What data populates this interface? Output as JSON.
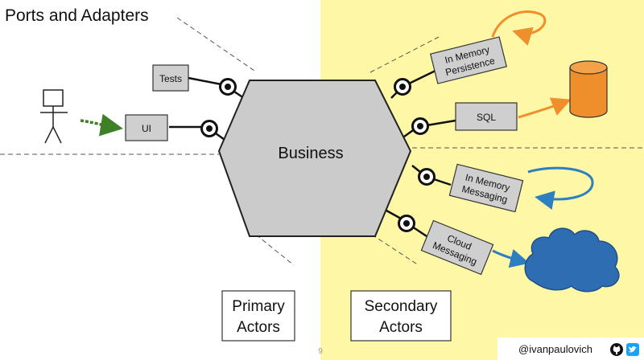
{
  "title": "Ports and Adapters",
  "core": "Business",
  "adapters": {
    "tests": "Tests",
    "ui": "UI",
    "in_memory_persistence": [
      "In Memory",
      "Persistence"
    ],
    "sql": "SQL",
    "in_memory_messaging": [
      "In Memory",
      "Messaging"
    ],
    "cloud_messaging": [
      "Cloud",
      "Messaging"
    ]
  },
  "primary_actors": [
    "Primary",
    "Actors"
  ],
  "secondary_actors": [
    "Secondary",
    "Actors"
  ],
  "page_number": "9",
  "handle": "@ivanpaulovich",
  "colors": {
    "secondary_bg": "#fdf7a6",
    "adapter_fill": "#cfcfcf",
    "hexagon_fill": "#cbcbcb",
    "database": "#ef8f2c",
    "cloud": "#2f6db2",
    "arrow_green": "#3f7f27",
    "arrow_orange": "#ef8f2c",
    "arrow_blue": "#2c7fc0",
    "twitter": "#1da1f2"
  },
  "icons": [
    "person-icon",
    "database-icon",
    "cloud-icon",
    "github-icon",
    "twitter-icon"
  ]
}
